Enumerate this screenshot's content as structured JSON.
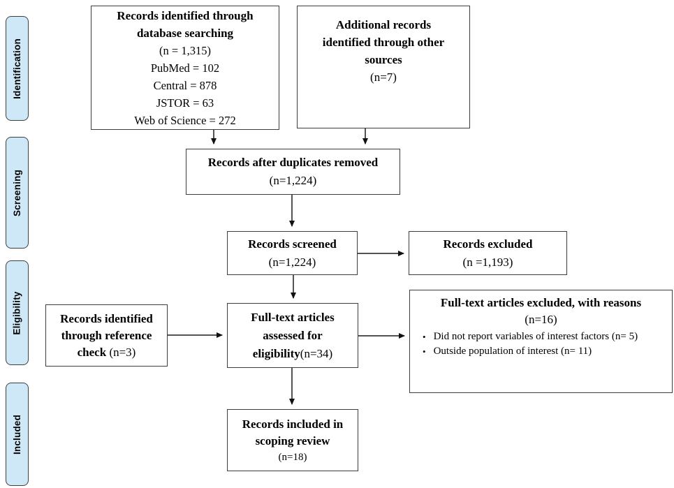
{
  "colors": {
    "stage_fill": "#cfe8f8",
    "stage_border": "#3f3f3f",
    "box_border": "#3d3d3d",
    "arrow": "#1a1a1a",
    "background": "#ffffff",
    "text": "#000000"
  },
  "icons": {
    "bullet": "•"
  },
  "sidebar": {
    "stages": [
      {
        "label": "Identification"
      },
      {
        "label": "Screening"
      },
      {
        "label": "Eligibility"
      },
      {
        "label": "Included"
      }
    ]
  },
  "flow": {
    "db_search": {
      "title": "Records identified through database searching",
      "n": "(n = 1,315)",
      "sources": [
        "PubMed = 102",
        "Central = 878",
        "JSTOR = 63",
        "Web of Science = 272"
      ]
    },
    "other_sources": {
      "title": "Additional records identified through other sources",
      "n": "(n=7)"
    },
    "duplicates_removed": {
      "title": "Records after duplicates removed",
      "n": "(n=1,224)"
    },
    "screened": {
      "title": "Records screened",
      "n": "(n=1,224)"
    },
    "excluded": {
      "title": "Records excluded",
      "n": "(n =1,193)"
    },
    "reference_check": {
      "title": "Records identified through reference check",
      "n": "(n=3)"
    },
    "fulltext_assessed": {
      "title": "Full-text articles assessed for eligibility",
      "n": "(n=34)"
    },
    "fulltext_excluded": {
      "title": "Full-text articles excluded, with reasons",
      "n": "(n=16)",
      "reasons": [
        "Did not report variables of interest factors (n= 5)",
        "Outside population of interest (n= 11)"
      ]
    },
    "included": {
      "title": "Records included in scoping review",
      "n": "(n=18)"
    }
  }
}
